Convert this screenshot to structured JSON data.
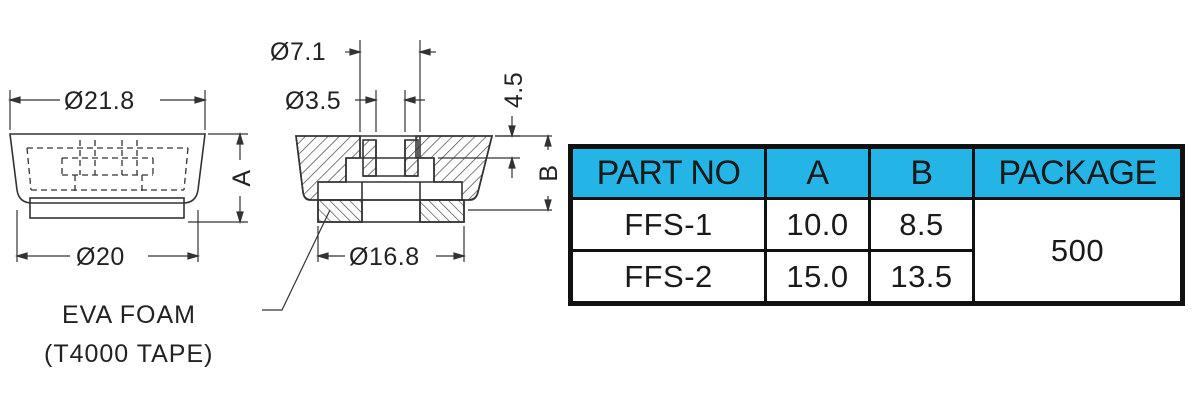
{
  "drawing": {
    "left_view": {
      "top_diameter": "Ø21.8",
      "bottom_diameter": "Ø20",
      "height_label": "A"
    },
    "section_view": {
      "outer_hole_diameter": "Ø7.1",
      "inner_hole_diameter": "Ø3.5",
      "foam_diameter": "Ø16.8",
      "recess_depth": "4.5",
      "height_label": "B"
    },
    "callout": {
      "line1": "EVA FOAM",
      "line2": "(T4000 TAPE)"
    }
  },
  "table": {
    "headers": [
      "PART NO",
      "A",
      "B",
      "PACKAGE"
    ],
    "rows": [
      {
        "part": "FFS-1",
        "a": "10.0",
        "b": "8.5"
      },
      {
        "part": "FFS-2",
        "a": "15.0",
        "b": "13.5"
      }
    ],
    "package": "500",
    "header_color": "#25b4e6"
  }
}
